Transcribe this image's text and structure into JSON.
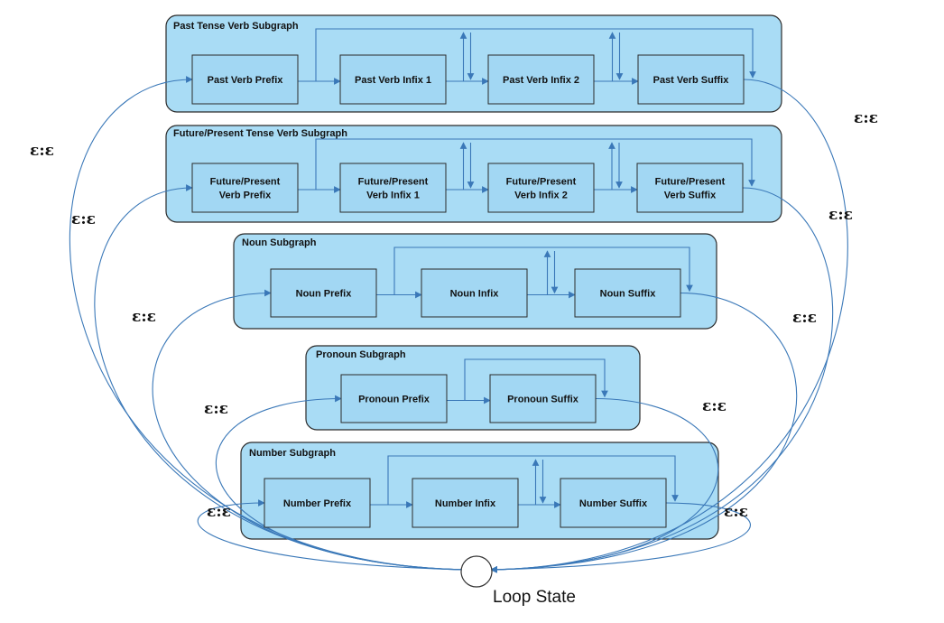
{
  "subgraphs": [
    {
      "title": "Past Tense Verb Subgraph",
      "nodes": [
        [
          "Past Verb Prefix"
        ],
        [
          "Past Verb Infix 1"
        ],
        [
          "Past Verb Infix 2"
        ],
        [
          "Past Verb Suffix"
        ]
      ]
    },
    {
      "title": "Future/Present Tense Verb Subgraph",
      "nodes": [
        [
          "Future/Present",
          "Verb Prefix"
        ],
        [
          "Future/Present",
          "Verb Infix 1"
        ],
        [
          "Future/Present",
          "Verb Infix 2"
        ],
        [
          "Future/Present",
          "Verb Suffix"
        ]
      ]
    },
    {
      "title": "Noun Subgraph",
      "nodes": [
        [
          "Noun Prefix"
        ],
        [
          "Noun Infix"
        ],
        [
          "Noun Suffix"
        ]
      ]
    },
    {
      "title": "Pronoun Subgraph",
      "nodes": [
        [
          "Pronoun Prefix"
        ],
        [
          "Pronoun Suffix"
        ]
      ]
    },
    {
      "title": "Number Subgraph",
      "nodes": [
        [
          "Number Prefix"
        ],
        [
          "Number Infix"
        ],
        [
          "Number Suffix"
        ]
      ]
    }
  ],
  "epsilon_label": "ε:ε",
  "loop_state_label": "Loop State",
  "colors": {
    "group_fill": "#a9dcf5",
    "node_fill": "#a2d7f3",
    "arrow": "#3a78b8"
  }
}
